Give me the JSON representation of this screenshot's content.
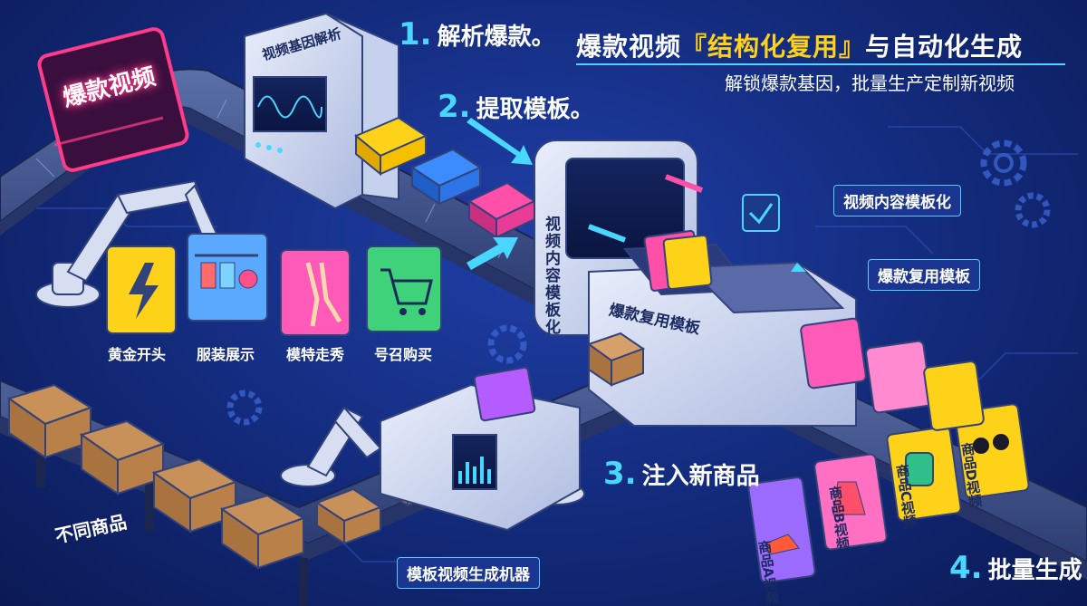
{
  "title": {
    "prefix": "爆款视频",
    "highlight": "『结构化复用』",
    "suffix": "与自动化生成"
  },
  "subtitle": "解锁爆款基因，批量生产定制新视频",
  "neon_sign": "爆款视频",
  "steps": [
    {
      "num": "1.",
      "text": "解析爆款。"
    },
    {
      "num": "2.",
      "text": "提取模板。"
    },
    {
      "num": "3.",
      "text": "注入新商品"
    },
    {
      "num": "4.",
      "text": "批量生成"
    }
  ],
  "machines": {
    "gene": "视频基因解析",
    "templatize": "视频内容模板化",
    "reuse": "爆款复用模板",
    "generator": "模板视频生成机器"
  },
  "side_labels": {
    "templatize": "视频内容模板化",
    "reuse": "爆款复用模板"
  },
  "clips": [
    "黄金开头",
    "服装展示",
    "模特走秀",
    "号召购买"
  ],
  "goods_label": "不同商品",
  "outputs": [
    "商品A视频",
    "商品B视频",
    "商品C视频",
    "商品D视频"
  ],
  "colors": {
    "accent": "#4ad7ff",
    "highlight": "#ffd21a",
    "neon": "#ff3c8a",
    "background": "#132a7a"
  }
}
